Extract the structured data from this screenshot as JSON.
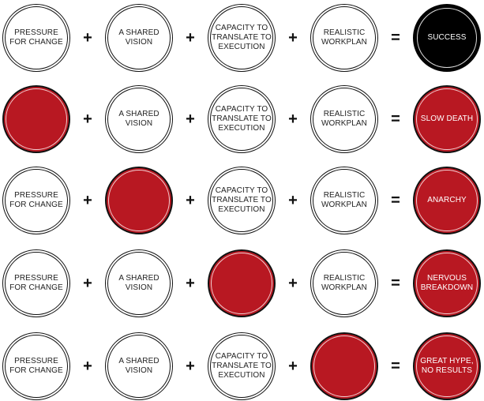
{
  "diagram": {
    "colors": {
      "failure": "#b81822",
      "success": "#000000",
      "neutral": "#ffffff"
    },
    "operators": {
      "plus": "+",
      "equals": "="
    },
    "rows": [
      {
        "terms": [
          {
            "label": "PRESSURE\nFOR CHANGE",
            "style": "white"
          },
          {
            "label": "A SHARED\nVISION",
            "style": "white"
          },
          {
            "label": "CAPACITY TO\nTRANSLATE TO\nEXECUTION",
            "style": "white"
          },
          {
            "label": "REALISTIC\nWORKPLAN",
            "style": "white"
          }
        ],
        "result": {
          "label": "SUCCESS",
          "style": "black"
        }
      },
      {
        "terms": [
          {
            "label": "",
            "style": "red"
          },
          {
            "label": "A SHARED\nVISION",
            "style": "white"
          },
          {
            "label": "CAPACITY TO\nTRANSLATE TO\nEXECUTION",
            "style": "white"
          },
          {
            "label": "REALISTIC\nWORKPLAN",
            "style": "white"
          }
        ],
        "result": {
          "label": "SLOW DEATH",
          "style": "red"
        }
      },
      {
        "terms": [
          {
            "label": "PRESSURE\nFOR CHANGE",
            "style": "white"
          },
          {
            "label": "",
            "style": "red"
          },
          {
            "label": "CAPACITY TO\nTRANSLATE TO\nEXECUTION",
            "style": "white"
          },
          {
            "label": "REALISTIC\nWORKPLAN",
            "style": "white"
          }
        ],
        "result": {
          "label": "ANARCHY",
          "style": "red"
        }
      },
      {
        "terms": [
          {
            "label": "PRESSURE\nFOR CHANGE",
            "style": "white"
          },
          {
            "label": "A SHARED\nVISION",
            "style": "white"
          },
          {
            "label": "",
            "style": "red"
          },
          {
            "label": "REALISTIC\nWORKPLAN",
            "style": "white"
          }
        ],
        "result": {
          "label": "NERVOUS\nBREAKDOWN",
          "style": "red"
        }
      },
      {
        "terms": [
          {
            "label": "PRESSURE\nFOR CHANGE",
            "style": "white"
          },
          {
            "label": "A SHARED\nVISION",
            "style": "white"
          },
          {
            "label": "CAPACITY TO\nTRANSLATE TO\nEXECUTION",
            "style": "white"
          },
          {
            "label": "",
            "style": "red"
          }
        ],
        "result": {
          "label": "GREAT HYPE,\nNO RESULTS",
          "style": "red"
        }
      }
    ]
  }
}
